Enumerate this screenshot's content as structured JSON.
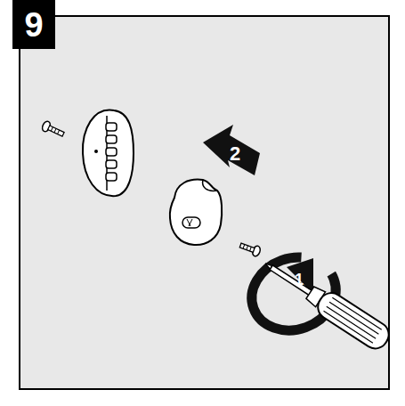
{
  "diagram": {
    "nodes": [
      {
        "text": [
          "9"
        ]
      }
    ],
    "labels": [
      "2",
      "1"
    ]
  }
}
